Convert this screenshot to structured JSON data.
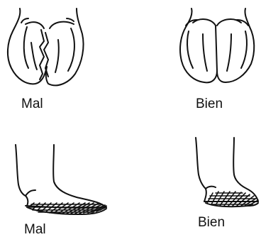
{
  "captions": {
    "top_left": "Mal",
    "top_right": "Bien",
    "bottom_left": "Mal",
    "bottom_right": "Bien"
  },
  "colors": {
    "ink": "#111111",
    "background": "#ffffff"
  }
}
